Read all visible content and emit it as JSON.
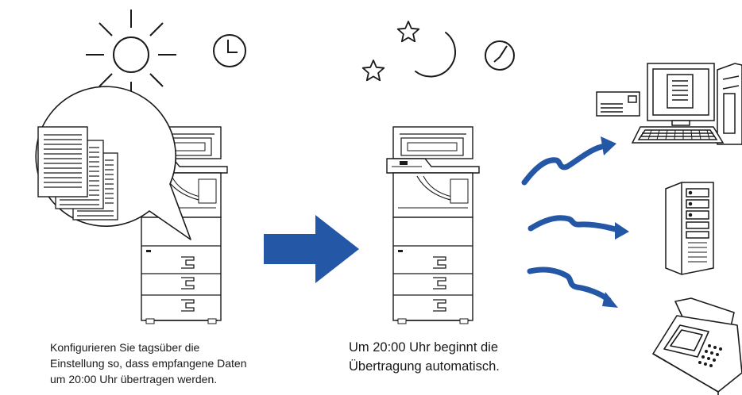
{
  "caption_left": {
    "line1": "Konfigurieren Sie tagsüber die",
    "line2": "Einstellung so, dass empfangene Daten",
    "line3": "um 20:00 Uhr übertragen werden."
  },
  "caption_right": {
    "line1": "Um 20:00 Uhr beginnt die",
    "line2": "Übertragung automatisch."
  },
  "colors": {
    "accent_blue": "#2557a7",
    "line": "#1a1a1a",
    "fill": "#ffffff"
  },
  "icons": [
    "sun-icon",
    "clock-icon",
    "star-icon",
    "moon-icon",
    "document-stack-icon",
    "mfp-printer-icon",
    "arrow-right-icon",
    "computer-icon",
    "server-icon",
    "fax-icon"
  ]
}
